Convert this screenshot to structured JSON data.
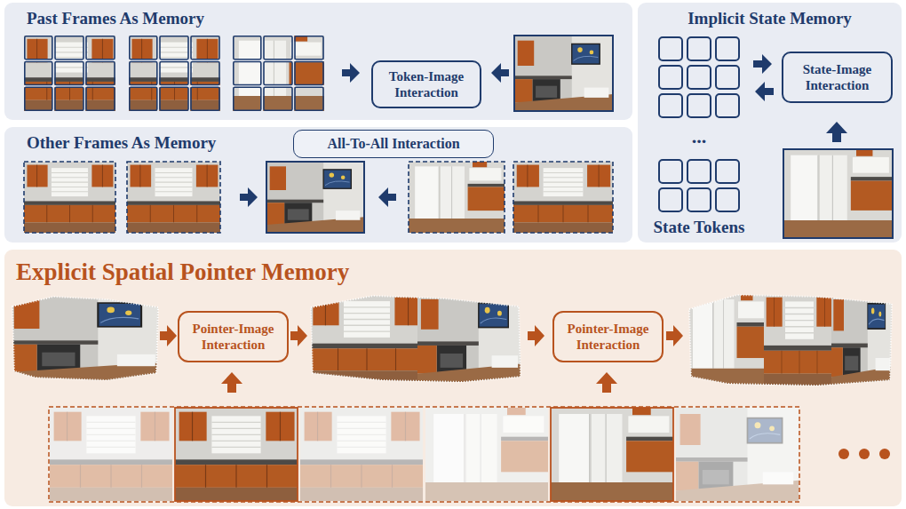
{
  "diagram": {
    "nodes": [
      {
        "text": [
          "Past Frames As Memory"
        ]
      },
      {
        "text": [
          "Token-Image Interaction"
        ],
        "in": 0
      },
      {
        "text": [
          "Other Frames As Memory"
        ]
      },
      {
        "text": [
          "All-To-All Interaction"
        ],
        "in": 2
      },
      {
        "text": [
          "Implicit State Memory"
        ]
      },
      {
        "text": [
          "State-Image Interaction"
        ],
        "in": 4
      },
      {
        "text": [
          "Explicit Spatial Pointer Memory"
        ]
      },
      {
        "text": [
          "Pointer-Image Interaction"
        ],
        "in": 6
      },
      {
        "text": [
          "Pointer-Image Interaction"
        ],
        "in": 6
      }
    ],
    "labels": [
      "...",
      "State Tokens"
    ]
  }
}
